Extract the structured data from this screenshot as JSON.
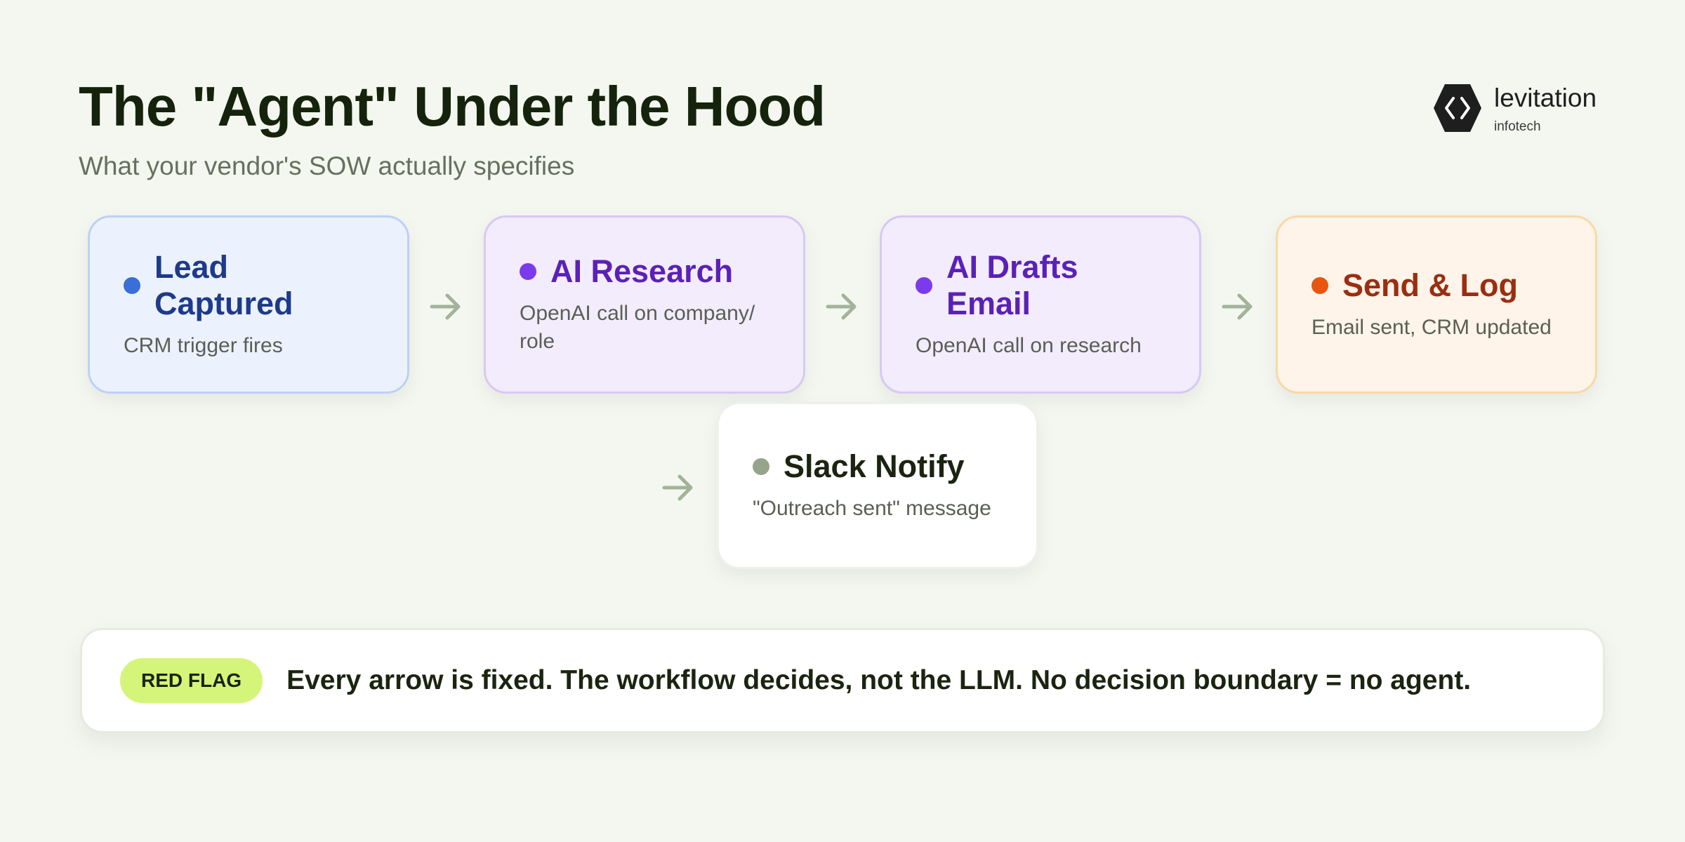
{
  "header": {
    "title": "The \"Agent\" Under the Hood",
    "subtitle": "What your vendor's SOW actually specifies"
  },
  "logo": {
    "name": "levitation",
    "sub": "infotech",
    "icon": "hexagon-code-brackets-icon"
  },
  "steps": [
    {
      "title": "Lead Captured",
      "desc": "CRM trigger fires",
      "accent": "#3a6ed8"
    },
    {
      "title": "AI Research",
      "desc": "OpenAI call on company/ role",
      "accent": "#7c3aed"
    },
    {
      "title": "AI Drafts Email",
      "desc": "OpenAI call on research",
      "accent": "#7c3aed"
    },
    {
      "title": "Send & Log",
      "desc": "Email sent, CRM updated",
      "accent": "#e8550f"
    },
    {
      "title": "Slack Notify",
      "desc": "\"Outreach sent\" message",
      "accent": "#96a48c"
    }
  ],
  "banner": {
    "badge": "RED FLAG",
    "text": "Every arrow is fixed. The workflow decides, not the LLM. No decision boundary = no agent.",
    "badge_color": "#d4f57a"
  }
}
